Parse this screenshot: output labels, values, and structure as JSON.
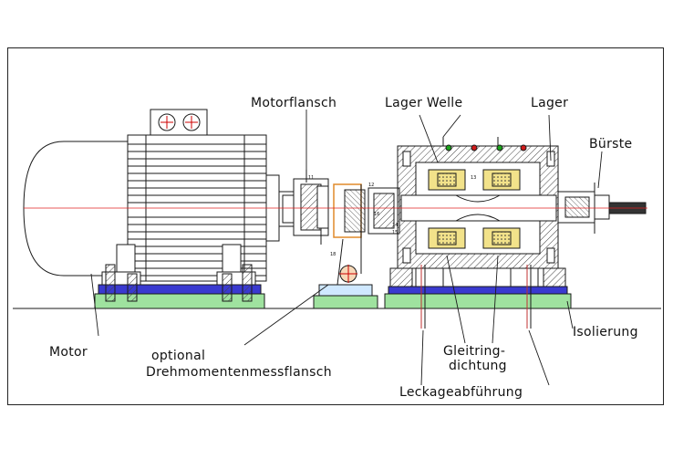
{
  "labels": {
    "motorflansch": "Motorflansch",
    "lager_welle": "Lager Welle",
    "lager": "Lager",
    "buerste": "Bürste",
    "motor": "Motor",
    "optional_line1": "optional",
    "optional_line2": "Drehmomentenmessflansch",
    "isolierung": "Isolierung",
    "gleitring_line1": "Gleitring-",
    "gleitring_line2": "dichtung",
    "leckage": "Leckageabführung"
  },
  "part_numbers": [
    "11",
    "12",
    "13",
    "14",
    "15",
    "16",
    "18"
  ],
  "colors": {
    "outline": "#1a1a1a",
    "base_green": "#9fe29f",
    "base_blue": "#3a3ad0",
    "seal_yellow": "#f2e28a",
    "flange_orange": "#e08a2a",
    "axis_red": "#e02020",
    "hatch": "#555555"
  }
}
